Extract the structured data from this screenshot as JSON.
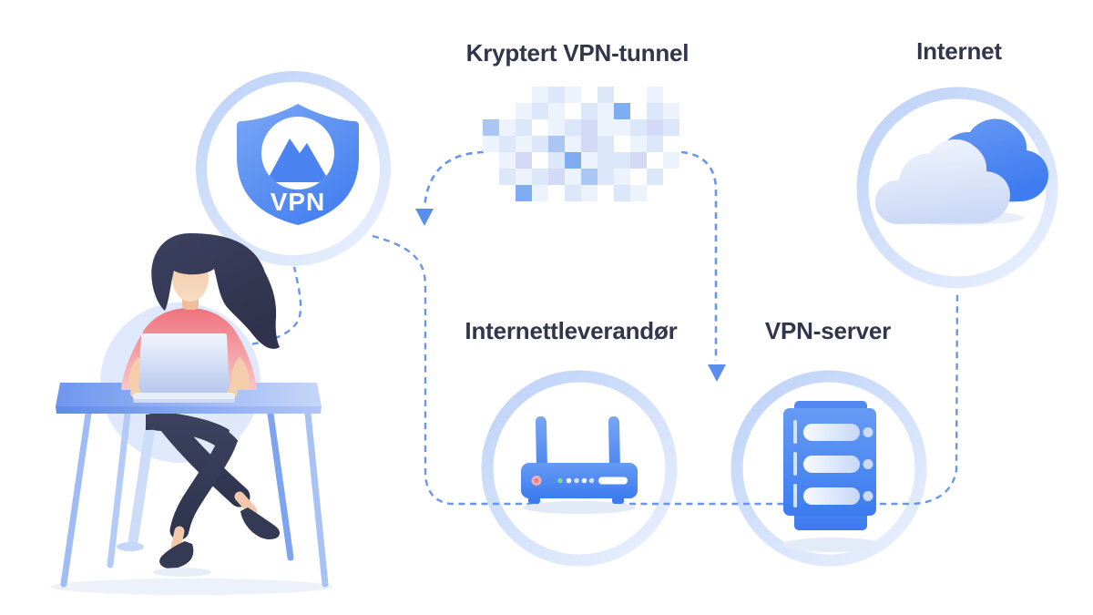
{
  "labels": {
    "encrypted_tunnel": "Kryptert VPN-tunnel",
    "internet": "Internet",
    "isp": "Internettleverandør",
    "vpn_server": "VPN-server",
    "vpn_shield_badge": "VPN"
  },
  "colors": {
    "heading_text": "#31364a",
    "dashed_line": "#6896ec",
    "arrow": "#5a8eee",
    "accent_blue": "#4a83f0",
    "circle_ring_light": "#cdddf9",
    "shirt_coral": "#ee747d"
  },
  "tunnel": {
    "mosaic_palette": [
      "none",
      "#edf3fc",
      "#dce8fa",
      "#d4d9f6",
      "#a9c6f4",
      "#7fadf1"
    ],
    "mosaic_rows": [
      [
        0,
        0,
        0,
        1,
        2,
        1,
        0,
        2,
        0,
        0,
        1,
        0
      ],
      [
        0,
        0,
        1,
        2,
        1,
        0,
        2,
        1,
        5,
        0,
        2,
        1
      ],
      [
        4,
        1,
        2,
        0,
        1,
        2,
        3,
        1,
        1,
        2,
        3,
        2
      ],
      [
        1,
        2,
        1,
        2,
        4,
        1,
        3,
        2,
        0,
        1,
        2,
        0
      ],
      [
        0,
        1,
        3,
        0,
        2,
        5,
        1,
        2,
        2,
        3,
        0,
        1
      ],
      [
        0,
        2,
        1,
        2,
        3,
        1,
        4,
        2,
        1,
        0,
        2,
        0
      ],
      [
        0,
        0,
        5,
        1,
        0,
        2,
        1,
        0,
        2,
        1,
        0,
        0
      ]
    ]
  }
}
